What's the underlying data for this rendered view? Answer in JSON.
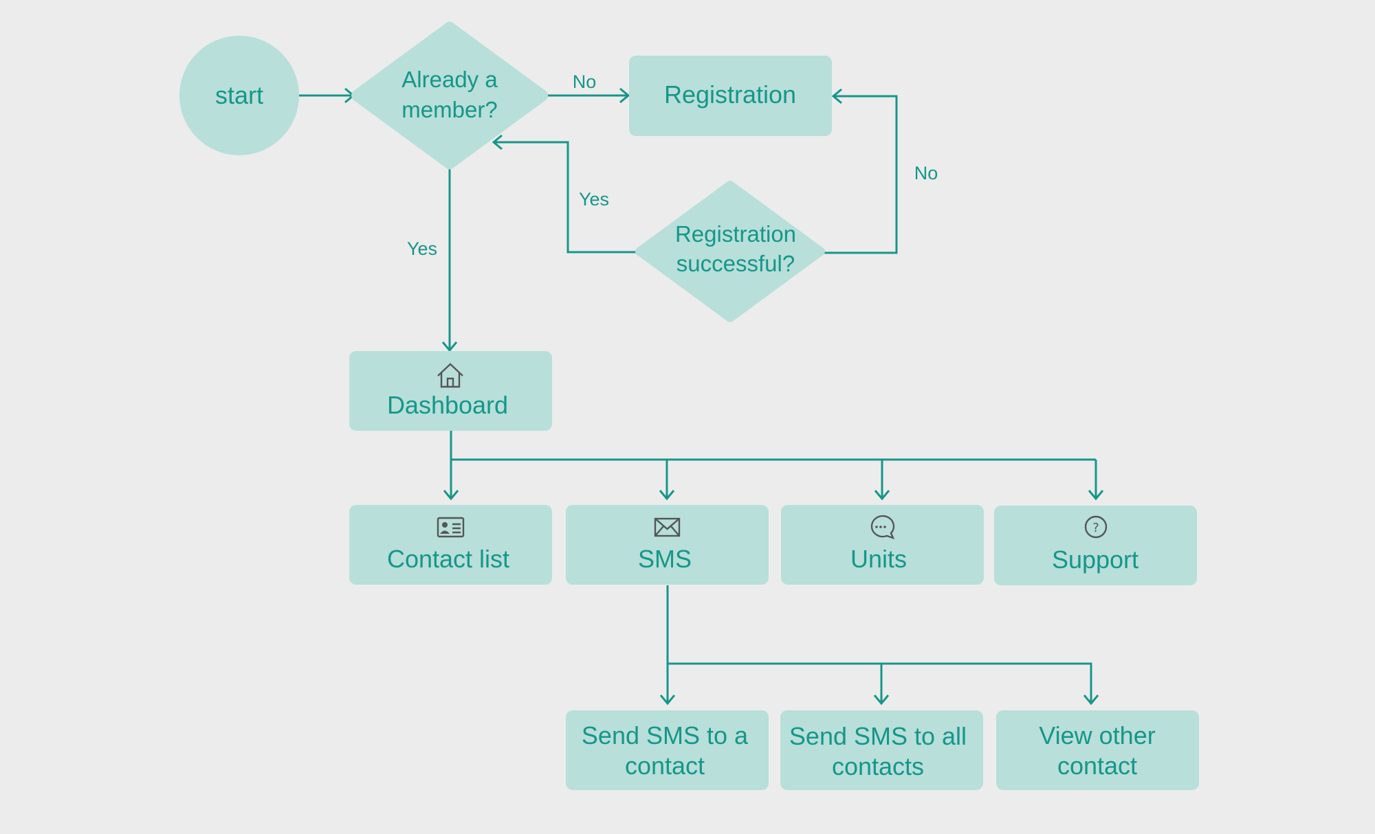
{
  "nodes": {
    "start": {
      "label": "start"
    },
    "already_member": {
      "line1": "Already a",
      "line2": "member?"
    },
    "registration": {
      "label": "Registration"
    },
    "registration_successful": {
      "line1": "Registration",
      "line2": "successful?"
    },
    "dashboard": {
      "label": "Dashboard",
      "icon": "home-icon"
    },
    "contact_list": {
      "label": "Contact list",
      "icon": "contact-card-icon"
    },
    "sms": {
      "label": "SMS",
      "icon": "envelope-icon"
    },
    "units": {
      "label": "Units",
      "icon": "chat-bubble-icon"
    },
    "support": {
      "label": "Support",
      "icon": "question-circle-icon"
    },
    "send_sms_contact": {
      "line1": "Send SMS to a",
      "line2": "contact"
    },
    "send_sms_all": {
      "line1": "Send SMS to all",
      "line2": "contacts"
    },
    "view_other_contact": {
      "line1": "View other",
      "line2": "contact"
    }
  },
  "edges": {
    "member_no": "No",
    "member_yes": "Yes",
    "registration_no": "No",
    "registration_yes": "Yes"
  },
  "colors": {
    "background": "#ececec",
    "node_fill": "#b8dfda",
    "accent": "#16968a",
    "icon": "#555555"
  }
}
